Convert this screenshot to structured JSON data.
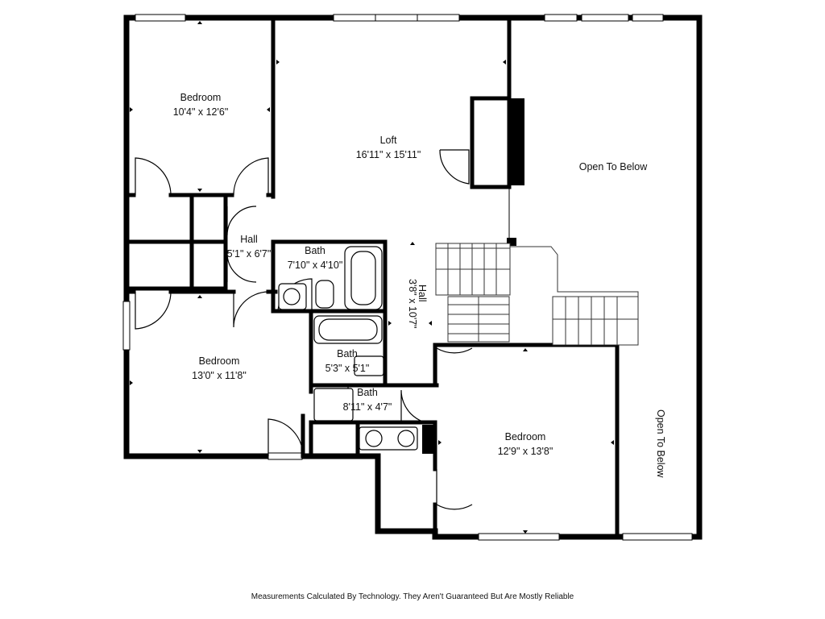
{
  "rooms": {
    "bedroom_top_left": {
      "name": "Bedroom",
      "dims": "10'4\" x 12'6\""
    },
    "loft": {
      "name": "Loft",
      "dims": "16'11\" x 15'11\""
    },
    "open_to_below_top": {
      "name": "Open To Below"
    },
    "hall_left": {
      "name": "Hall",
      "dims": "5'1\" x 6'7\""
    },
    "bath_1": {
      "name": "Bath",
      "dims": "7'10\" x 4'10\""
    },
    "hall_center": {
      "name": "Hall",
      "dims": "3'8\" x 10'7\""
    },
    "bedroom_mid_left": {
      "name": "Bedroom",
      "dims": "13'0\" x 11'8\""
    },
    "bath_2": {
      "name": "Bath",
      "dims": "5'3\" x 5'1\""
    },
    "bath_3": {
      "name": "Bath",
      "dims": "8'11\" x 4'7\""
    },
    "bedroom_bottom_right": {
      "name": "Bedroom",
      "dims": "12'9\" x 13'8\""
    },
    "open_to_below_right": {
      "name": "Open To Below"
    }
  },
  "footer_note": "Measurements Calculated By Technology. They Aren't Guaranteed But Are Mostly Reliable"
}
